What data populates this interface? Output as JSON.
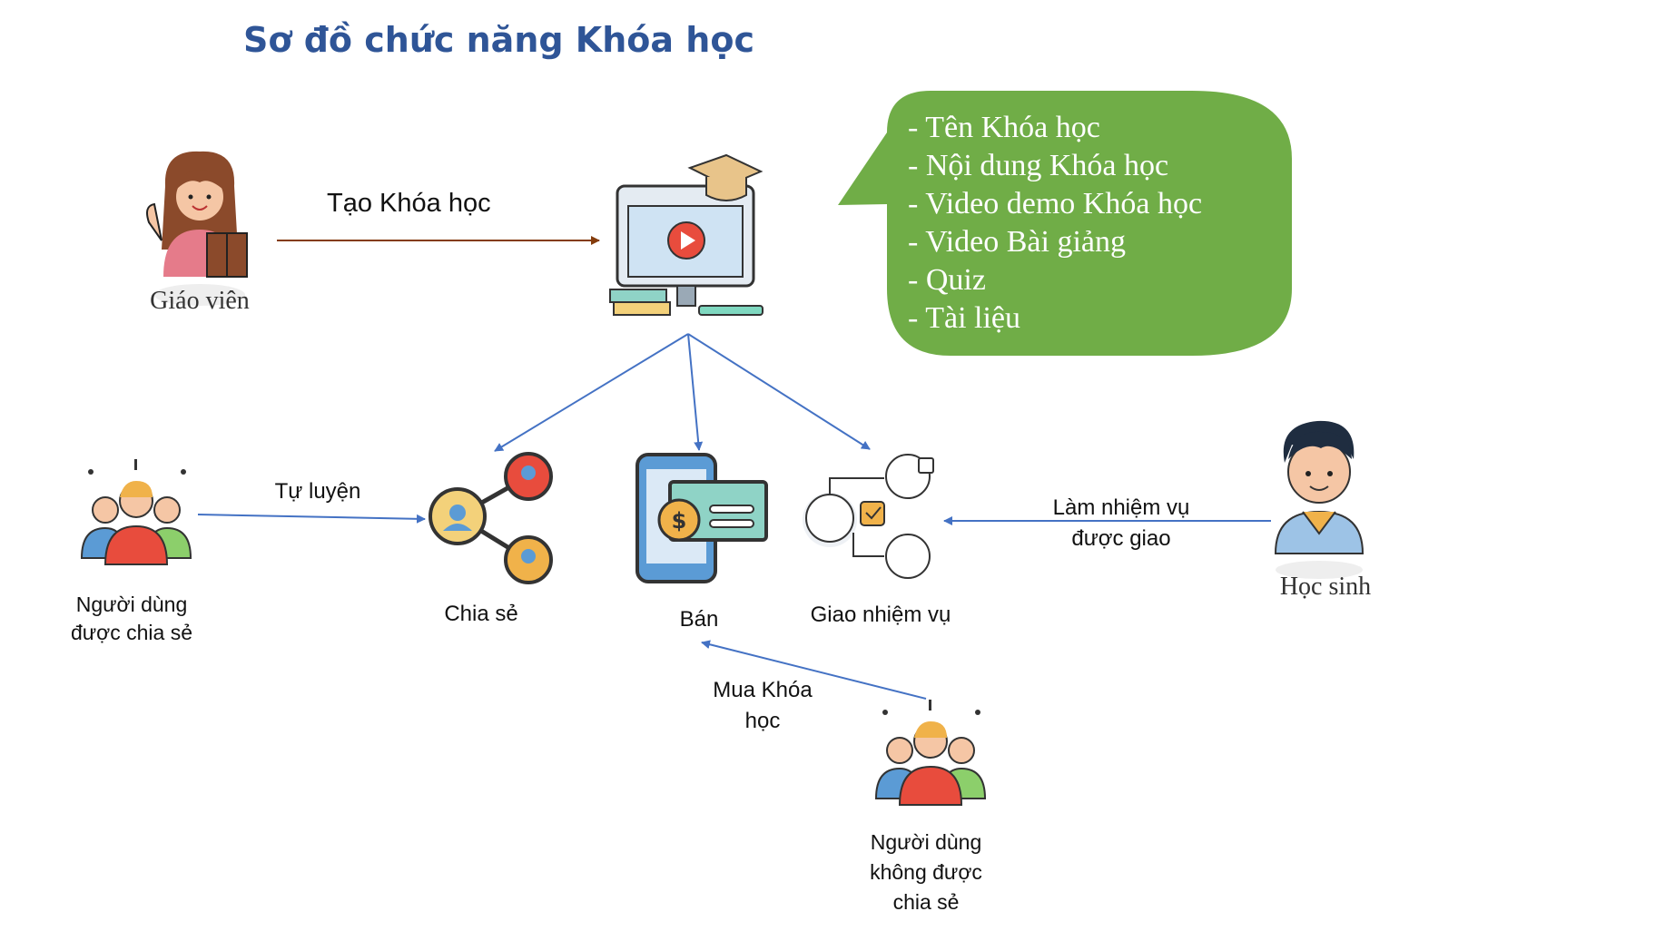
{
  "title": "Sơ đồ chức năng Khóa học",
  "actors": {
    "teacher": "Giáo viên",
    "student": "Học sinh",
    "shared_users": [
      "Người dùng",
      "được chia sẻ"
    ],
    "unshared_users": [
      "Người dùng",
      "không được",
      "chia sẻ"
    ]
  },
  "edges": {
    "create_course": "Tạo Khóa học",
    "self_practice": "Tự luyện",
    "do_tasks": [
      "Làm nhiệm vụ",
      "được giao"
    ],
    "buy_course": [
      "Mua Khóa",
      "học"
    ]
  },
  "functions": {
    "share": "Chia sẻ",
    "sell": "Bán",
    "assign": "Giao nhiệm vụ"
  },
  "bubble": {
    "items": [
      "- Tên Khóa học",
      "- Nội dung Khóa học",
      "- Video demo Khóa học",
      "- Video Bài giảng",
      "- Quiz",
      "- Tài liệu"
    ]
  },
  "colors": {
    "title": "#2f5597",
    "bubble": "#70ad47",
    "arrow_blue": "#4472c4",
    "arrow_brown": "#843c0c"
  }
}
